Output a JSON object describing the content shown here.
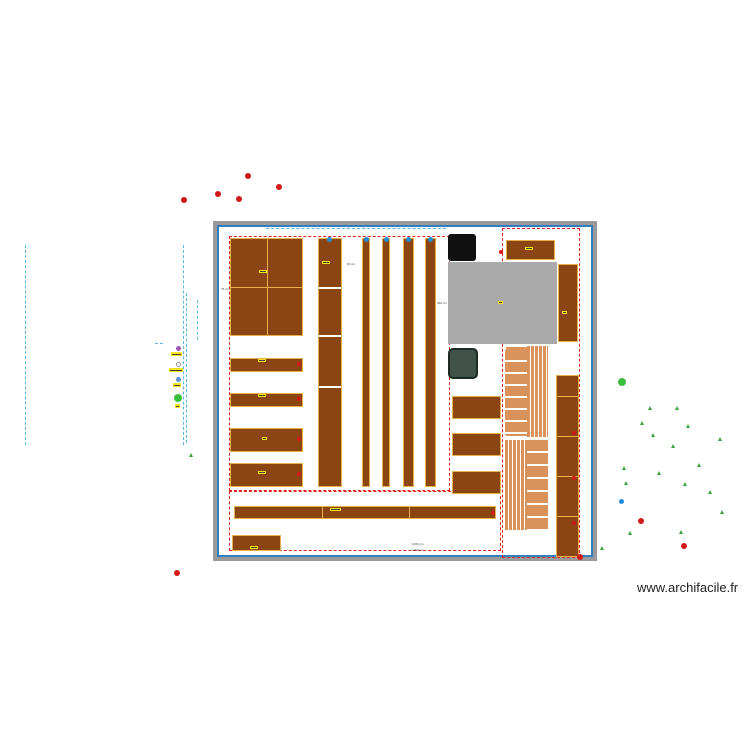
{
  "watermark": "www.archifacile.fr",
  "colors": {
    "bed": "#8b4513",
    "bed_border": "#e7b04a",
    "path_light": "#d9935a",
    "greenhouse": "#aaaaaa",
    "wall_outer": "#9a9a9a",
    "wall_inner": "#2f7fc1",
    "irrigation_dashed": "#e02020",
    "water_line": "#59b7e6",
    "tree_marker": "#d31818",
    "shrub_marker": "#3aa53a"
  },
  "dimensions": {
    "total_width_top": "1060 cm",
    "total_width_bottom": "1060 cm",
    "bed_width": "75 cm",
    "greenhouse": "300 cm",
    "gap": "60 cm"
  },
  "icons": {
    "tank_top": "water-tank-icon",
    "tank_bottom": "compost-bin-icon",
    "tree": "tree-marker-icon",
    "shrub": "shrub-marker-icon"
  }
}
